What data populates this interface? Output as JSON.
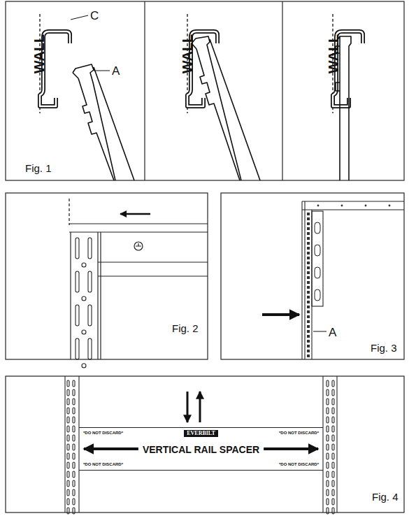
{
  "diagram": {
    "nodes": [
      {
        "text": [
          "*DO NOT DISCARD*",
          "EVERBILT",
          "*DO NOT DISCARD*",
          "VERTICAL RAIL SPACER",
          "*DO NOT DISCARD*",
          "*DO NOT DISCARD*"
        ]
      }
    ],
    "edges": [],
    "labels": [
      "WALL",
      "C",
      "A",
      "WALL",
      "WALL",
      "Fig. 1",
      "Fig. 2",
      "A",
      "Fig. 3",
      "Fig. 4"
    ]
  }
}
